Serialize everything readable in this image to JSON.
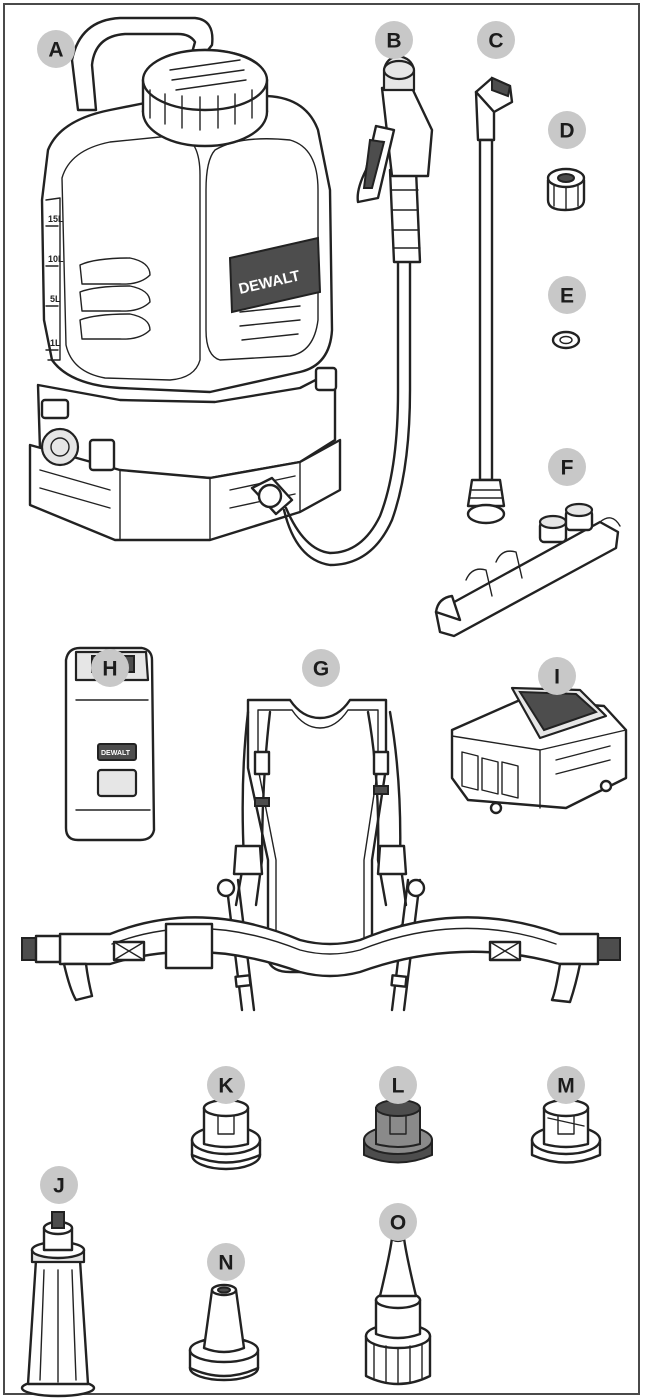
{
  "parts": [
    {
      "id": "A",
      "label": "A",
      "description": "backpack-sprayer-tank"
    },
    {
      "id": "B",
      "label": "B",
      "description": "spray-wand-handle-with-hose"
    },
    {
      "id": "C",
      "label": "C",
      "description": "extension-wand"
    },
    {
      "id": "D",
      "label": "D",
      "description": "nozzle-cap"
    },
    {
      "id": "E",
      "label": "E",
      "description": "o-ring-washer"
    },
    {
      "id": "F",
      "label": "F",
      "description": "wand-holder-clip"
    },
    {
      "id": "G",
      "label": "G",
      "description": "harness-straps"
    },
    {
      "id": "H",
      "label": "H",
      "description": "battery-pack"
    },
    {
      "id": "I",
      "label": "I",
      "description": "battery-charger"
    },
    {
      "id": "J",
      "label": "J",
      "description": "filter"
    },
    {
      "id": "K",
      "label": "K",
      "description": "flat-fan-nozzle-white"
    },
    {
      "id": "L",
      "label": "L",
      "description": "flat-fan-nozzle-gray"
    },
    {
      "id": "M",
      "label": "M",
      "description": "flat-fan-nozzle-clear"
    },
    {
      "id": "N",
      "label": "N",
      "description": "cone-nozzle"
    },
    {
      "id": "O",
      "label": "O",
      "description": "adjustable-nozzle"
    }
  ],
  "tank": {
    "brand_text": "DEWALT",
    "graduations": [
      "15L",
      "10L",
      "5L",
      "1L"
    ]
  },
  "battery": {
    "brand_text": "DEWALT"
  }
}
